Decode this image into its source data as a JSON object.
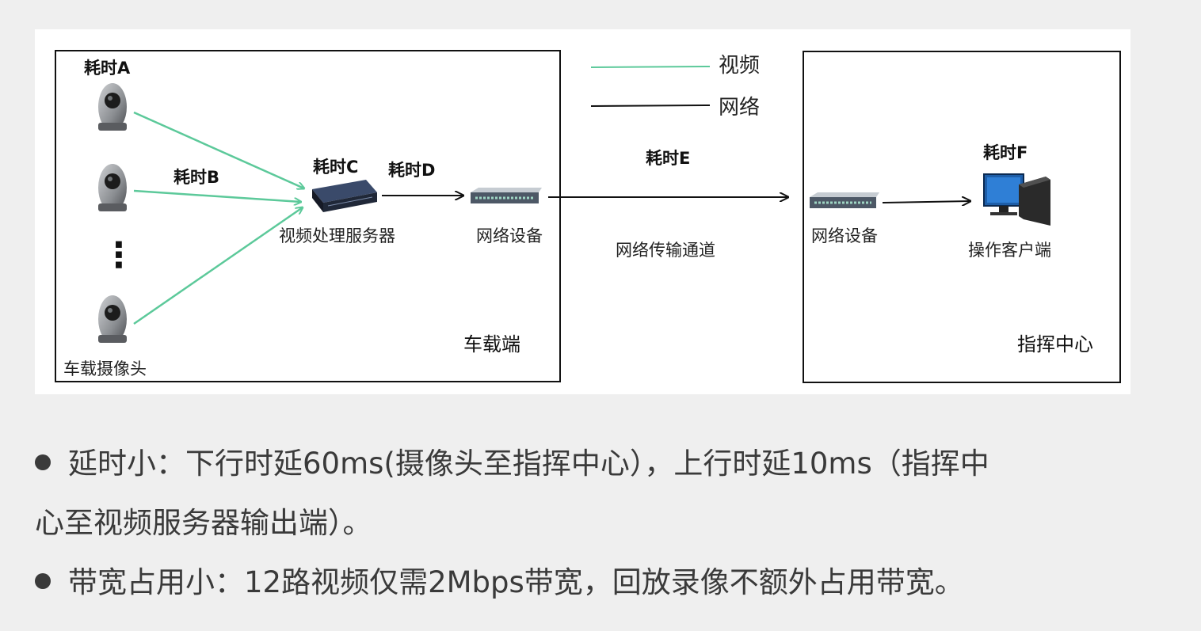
{
  "diagram": {
    "boxes": {
      "vehicle": {
        "label": "车载端"
      },
      "command": {
        "label": "指挥中心"
      }
    },
    "legend": [
      {
        "label": "视频",
        "color": "#5cc99a"
      },
      {
        "label": "网络",
        "color": "#111111"
      }
    ],
    "timings": {
      "a": "耗时A",
      "b": "耗时B",
      "c": "耗时C",
      "d": "耗时D",
      "e": "耗时E",
      "f": "耗时F"
    },
    "nodes": {
      "cameras": "车载摄像头",
      "video_server": "视频处理服务器",
      "network_device_vehicle": "网络设备",
      "network_channel": "网络传输通道",
      "network_device_command": "网络设备",
      "client": "操作客户端"
    },
    "ellipsis": "⋮",
    "colors": {
      "video_line": "#5cc99a",
      "network_line": "#111111"
    }
  },
  "bullets": {
    "latency_line1": "延时小：下行时延60ms(摄像头至指挥中心），上行时延10ms（指挥中",
    "latency_line2": "心至视频服务器输出端）。",
    "bandwidth": "带宽占用小：12路视频仅需2Mbps带宽，回放录像不额外占用带宽。"
  }
}
